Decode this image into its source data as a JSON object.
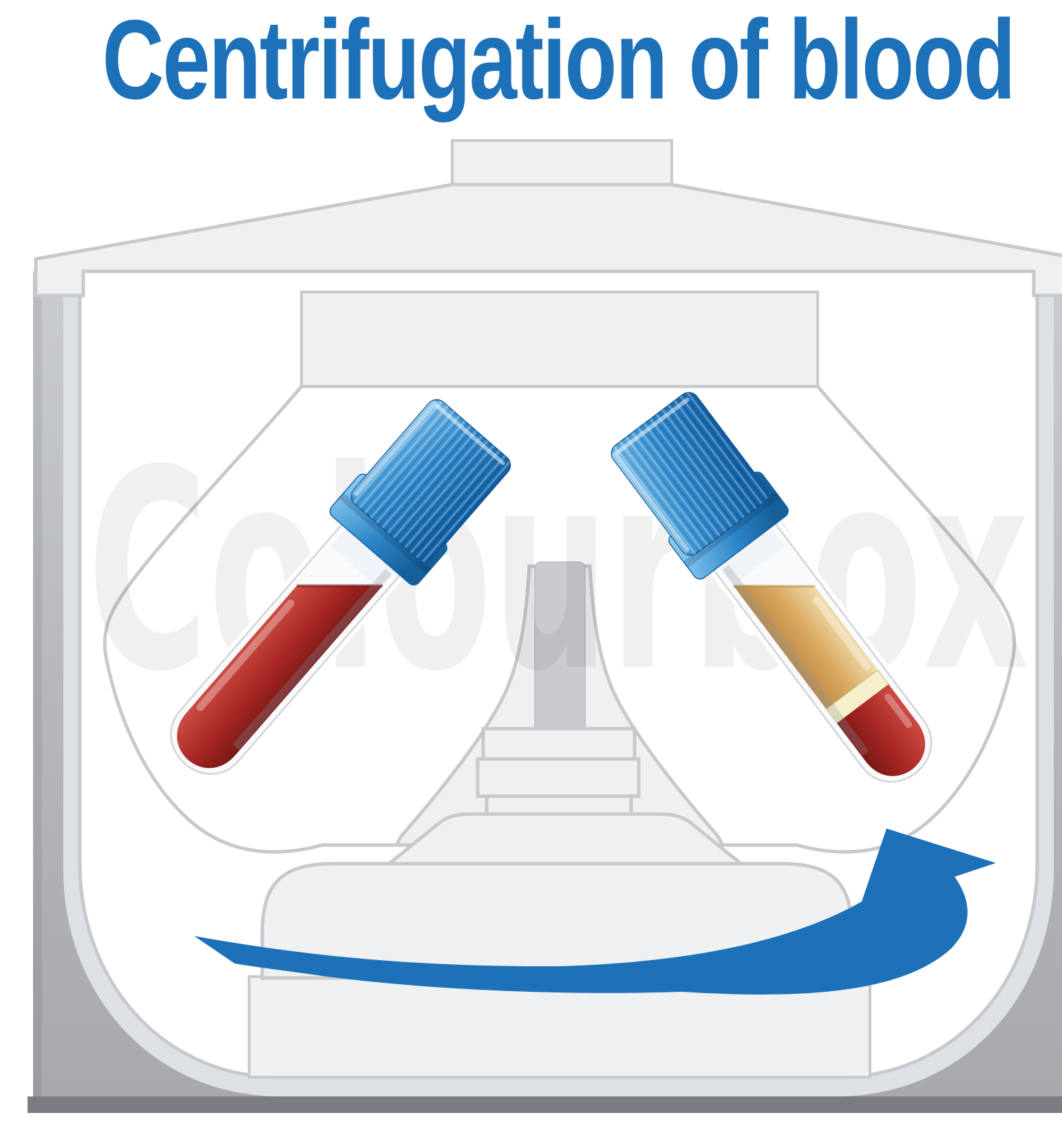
{
  "title": {
    "text": "Centrifugation of blood",
    "color": "#1d71b8"
  },
  "watermark": {
    "text": "Colourbox"
  },
  "colors": {
    "title_blue": "#1d71b8",
    "arrow_blue": "#1d71b8",
    "machine_fill": "#eef0f1",
    "machine_stroke": "#c7c9cc",
    "wall_top": "#c9ccd1",
    "wall_mid": "#b4b6ba",
    "wall_bottom": "#a6a8ab",
    "base_strip": "#7a7c7f",
    "interior_rim": "#dde0e4",
    "spindle_column": "#c9cbd0",
    "cap_blue_light": "#7bc1ec",
    "cap_blue_mid": "#2f89cc",
    "cap_blue_dark": "#1261a6",
    "blood_light": "#cf4d43",
    "blood_mid": "#a82724",
    "blood_dark": "#771714",
    "plasma_light": "#f0dcab",
    "plasma_mid": "#d8a75e",
    "plasma_dark": "#bd8a47",
    "buffy_coat": "#f5efcb"
  },
  "diagram": {
    "subject": "laboratory-centrifuge-cross-section",
    "rotation": "clockwise sweep arrow, bottom of chamber, pointing up-right",
    "tubes": [
      {
        "name": "whole-blood-tube",
        "position": "left",
        "tilt_deg": 41,
        "cap": "blue-ribbed-cap",
        "layers": [
          "empty glass",
          "whole blood"
        ]
      },
      {
        "name": "separated-blood-tube",
        "position": "right",
        "tilt_deg": -37,
        "cap": "blue-ribbed-cap",
        "layers": [
          "empty glass",
          "plasma",
          "buffy coat",
          "red blood cells"
        ]
      }
    ]
  }
}
